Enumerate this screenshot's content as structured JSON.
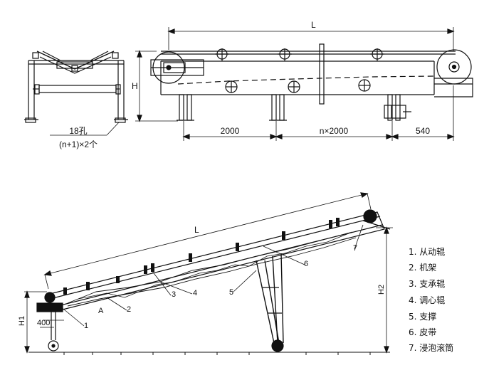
{
  "top_view": {
    "length_label": "L",
    "height_label": "H",
    "dim_left": "2000",
    "dim_mid": "n×2000",
    "dim_right": "540",
    "hole_note_1": "18孔",
    "hole_note_2": "(n+1)×2个"
  },
  "side_view": {
    "length_label": "L",
    "h1_label": "H1",
    "h2_label": "H2",
    "small_dim": "400",
    "callouts": [
      "1",
      "2",
      "3",
      "4",
      "5",
      "6",
      "7",
      "A"
    ]
  },
  "legend": {
    "items": [
      "1. 从动辊",
      "2. 机架",
      "3. 支承辊",
      "4. 调心辊",
      "5. 支撑",
      "6. 皮带",
      "7. 浸泡滚筒"
    ]
  }
}
